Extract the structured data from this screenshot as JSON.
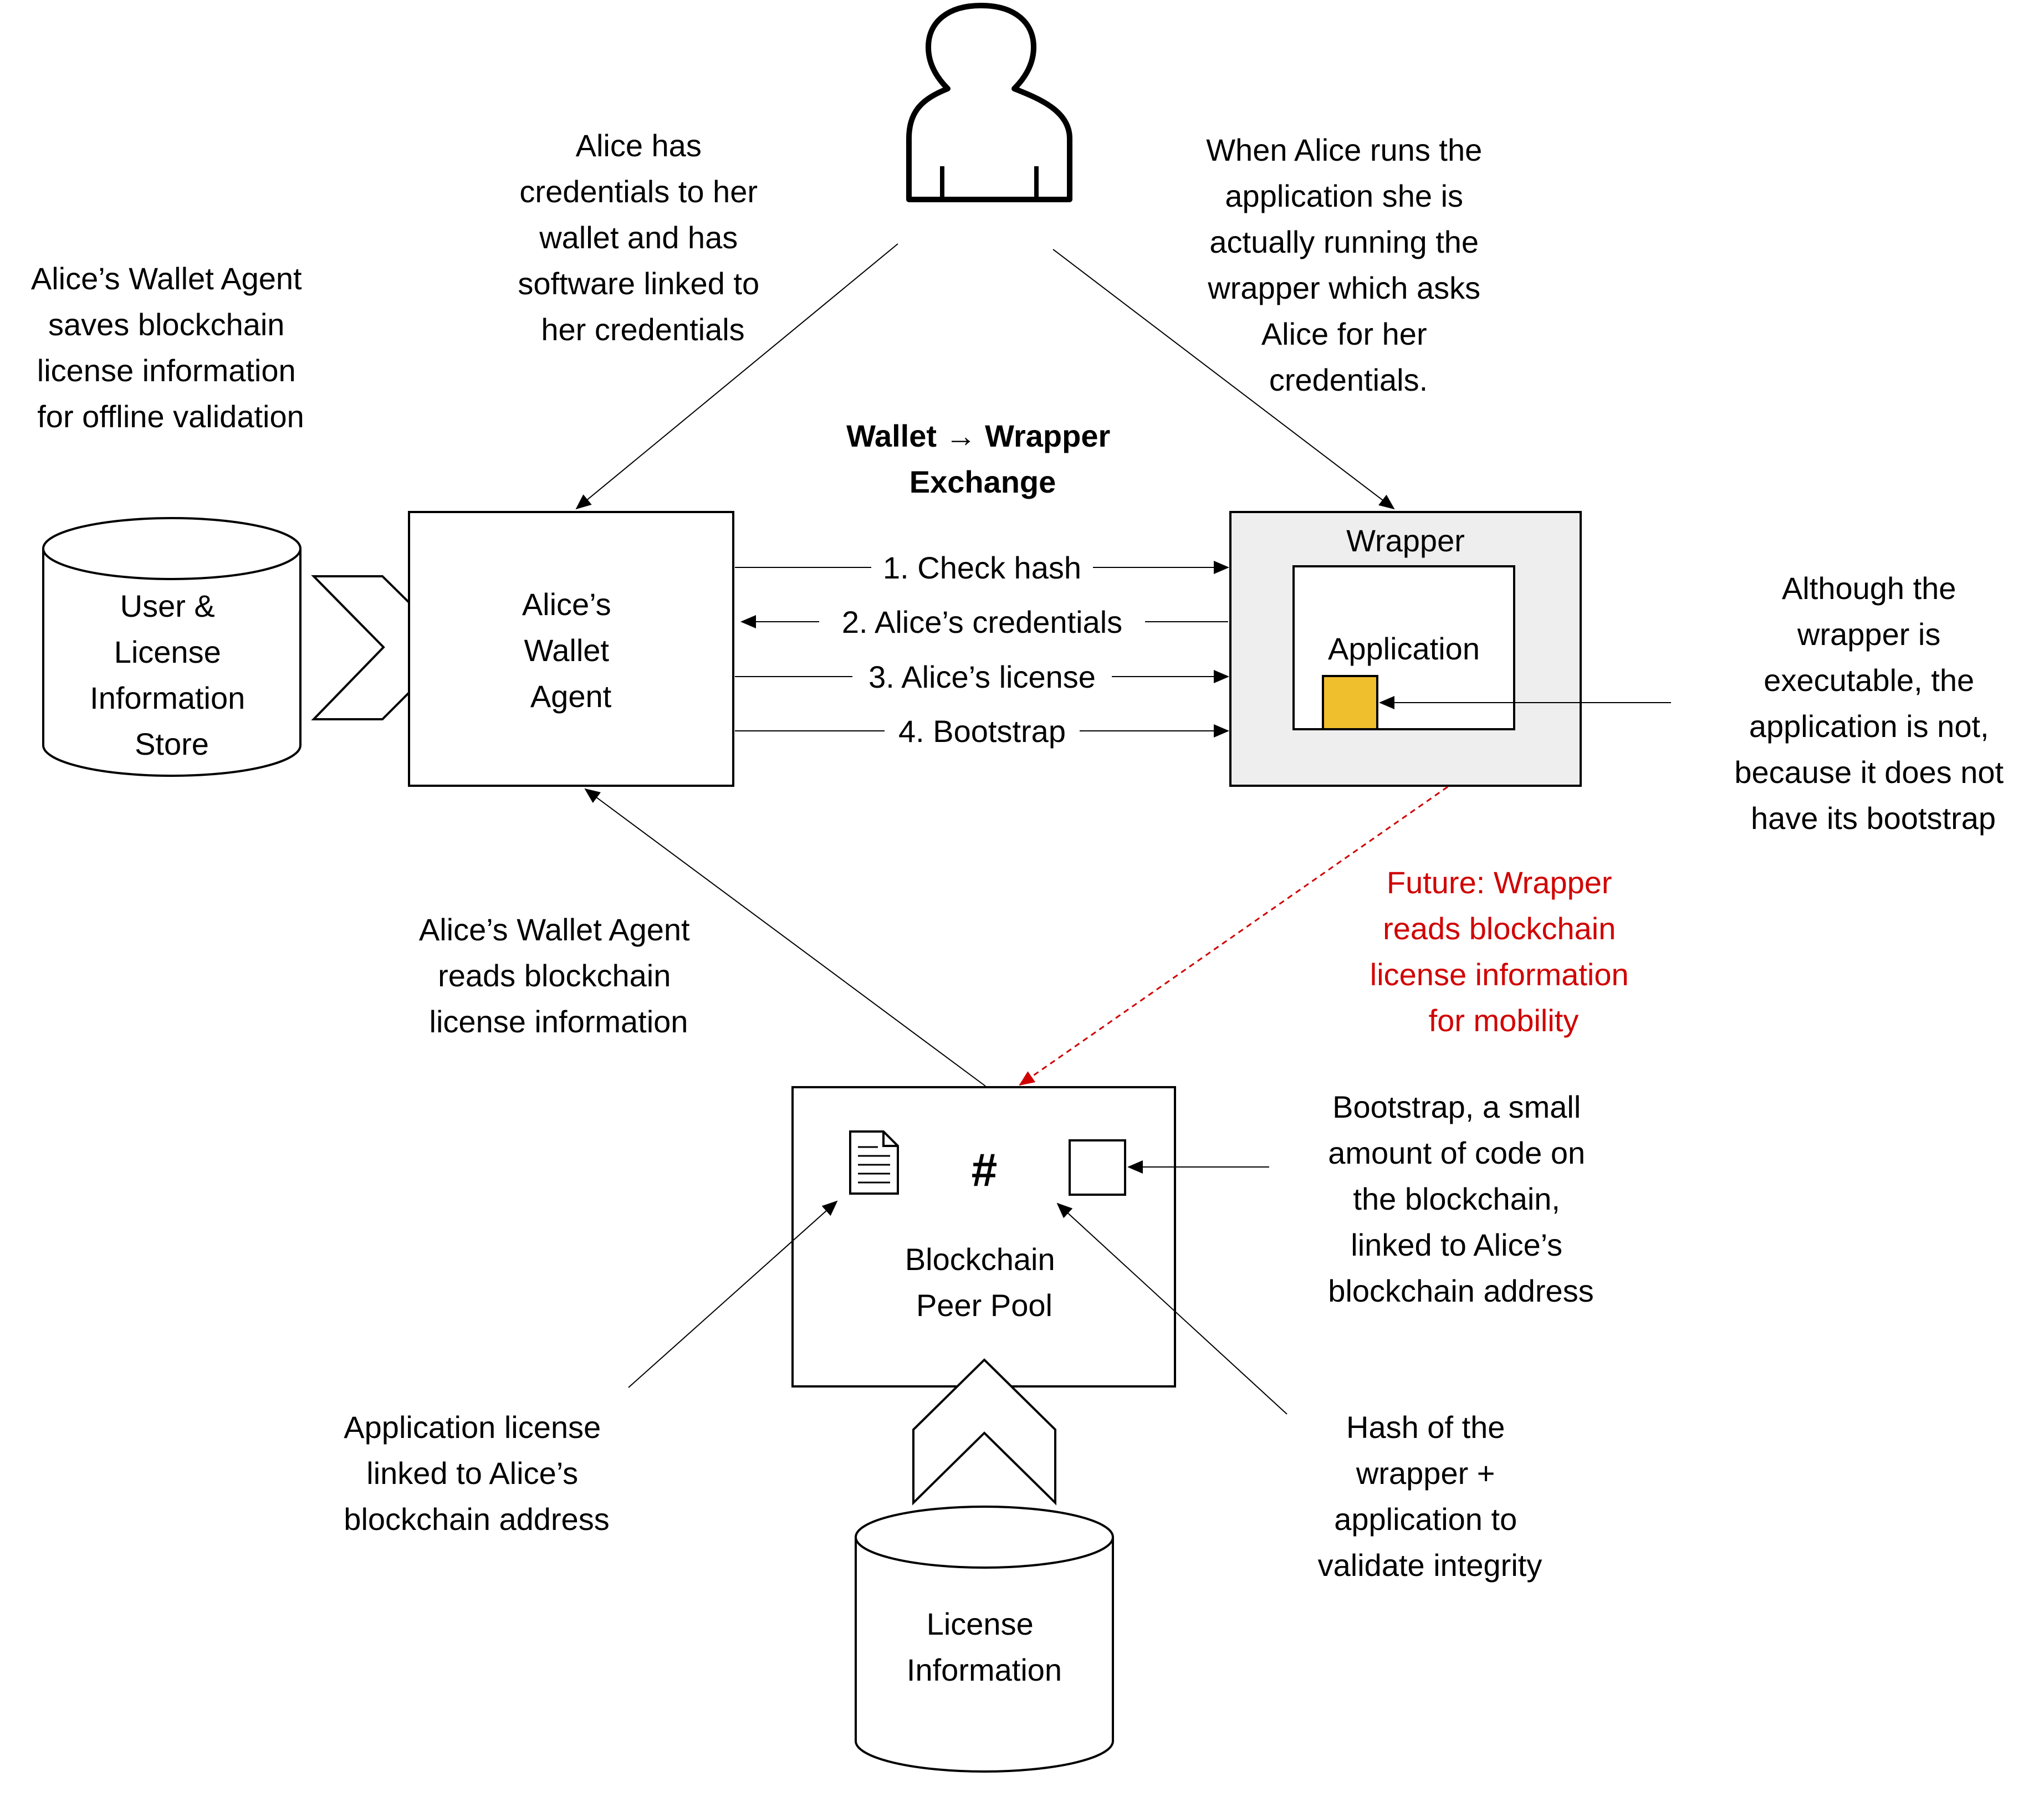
{
  "colors": {
    "future_arrow": "#d00000",
    "wrapper_fill": "#eeeeee",
    "bootstrap_block": "#f0bf2e"
  },
  "icons": {
    "user": "user-icon",
    "document": "document-icon",
    "hash": "hash-icon",
    "code_box": "code-box-icon"
  },
  "annotations": {
    "user_credentials": [
      "Alice has",
      "credentials to her",
      "wallet and has",
      "software linked to",
      "her credentials"
    ],
    "wrapper_run": [
      "When Alice runs the",
      "application she is",
      "actually running the",
      "wrapper which asks",
      "Alice for her",
      "credentials."
    ],
    "wallet_saves": [
      "Alice’s Wallet Agent",
      "saves blockchain",
      "license information",
      "for offline validation"
    ],
    "not_executable": [
      "Although the",
      "wrapper is",
      "executable, the",
      "application is not,",
      "because it does not",
      "have its bootstrap"
    ],
    "wallet_reads": [
      "Alice’s Wallet Agent",
      "reads blockchain",
      "license information"
    ],
    "future": [
      "Future: Wrapper",
      "reads blockchain",
      "license information",
      "for mobility"
    ],
    "bootstrap_desc": [
      "Bootstrap, a small",
      "amount of code on",
      "the blockchain,",
      "linked to Alice’s",
      "blockchain address"
    ],
    "license_desc": [
      "Application license",
      "linked to Alice’s",
      "blockchain address"
    ],
    "hash_desc": [
      "Hash of the",
      "wrapper +",
      "application to",
      "validate integrity"
    ]
  },
  "exchange_title": [
    "Wallet → Wrapper",
    "Exchange"
  ],
  "nodes": {
    "store": [
      "User &",
      "License",
      "Information",
      "Store"
    ],
    "wallet_agent": [
      "Alice’s",
      "Wallet",
      "Agent"
    ],
    "wrapper": "Wrapper",
    "application": "Application",
    "peer_pool": [
      "Blockchain",
      "Peer Pool"
    ],
    "hash_symbol": "#",
    "license_db": [
      "License",
      "Information"
    ]
  },
  "steps": [
    "1. Check hash",
    "2. Alice’s credentials",
    "3. Alice’s license",
    "4. Bootstrap"
  ]
}
